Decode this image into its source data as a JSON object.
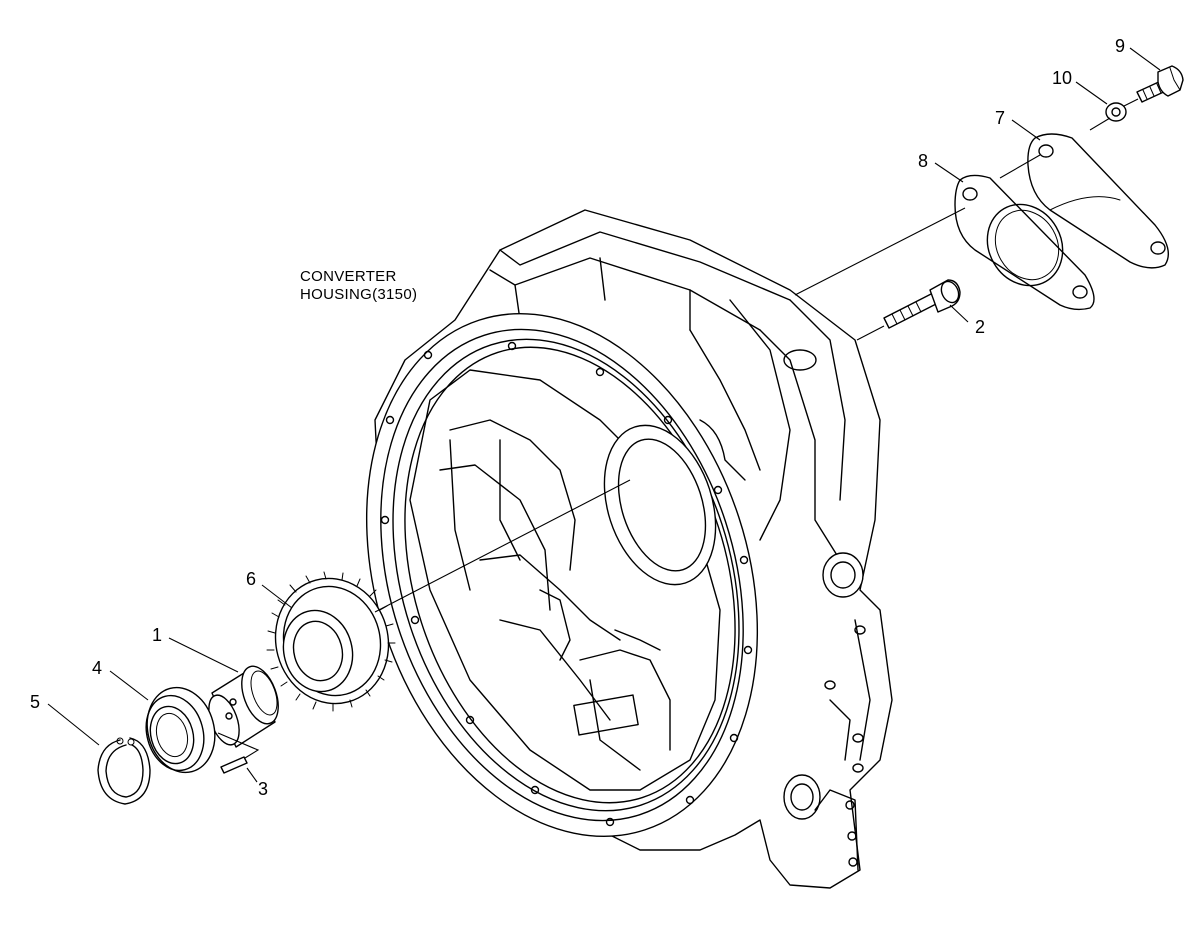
{
  "assembly_label": {
    "line1": "CONVERTER",
    "line2": "HOUSING(3150)"
  },
  "callouts": {
    "c1": "1",
    "c2": "2",
    "c3": "3",
    "c4": "4",
    "c5": "5",
    "c6": "6",
    "c7": "7",
    "c8": "8",
    "c9": "9",
    "c10": "10"
  },
  "colors": {
    "line": "#000000",
    "background": "#ffffff"
  }
}
